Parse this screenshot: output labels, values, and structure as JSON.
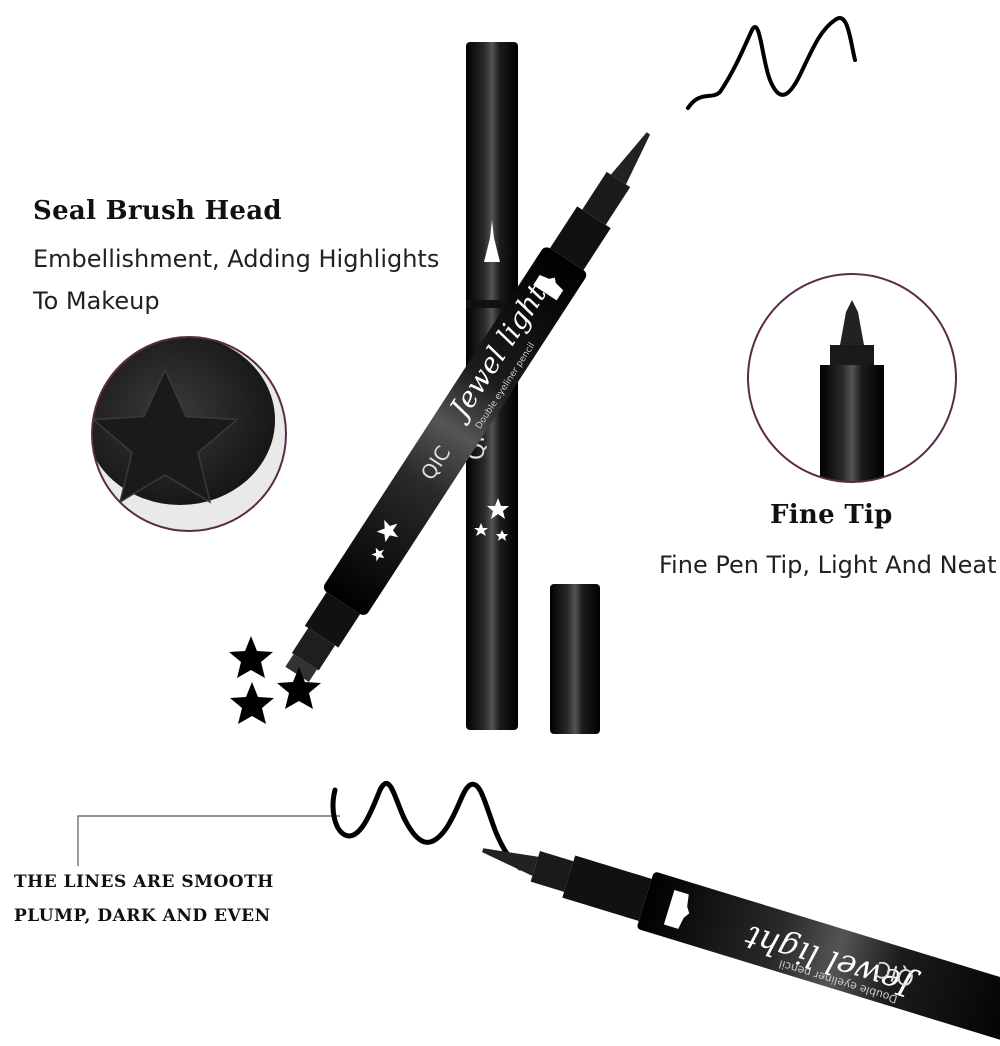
{
  "seal": {
    "title": "Seal Brush Head",
    "line1": "Embellishment, Adding Highlights",
    "line2": "To Makeup"
  },
  "fine_tip": {
    "title": "Fine Tip",
    "text": "Fine Pen Tip, Light And Neat"
  },
  "lines_note": {
    "line1": "THE LINES ARE SMOOTH",
    "line2": "PLUMP, DARK AND EVEN"
  },
  "pen_label": {
    "brand": "Jewel light",
    "sub": "Double eyeliner pencil",
    "mark": "QIC"
  },
  "colors": {
    "pen_body": "#0b0b0b",
    "circle_border": "#5a2a4a",
    "background": "#ffffff"
  }
}
